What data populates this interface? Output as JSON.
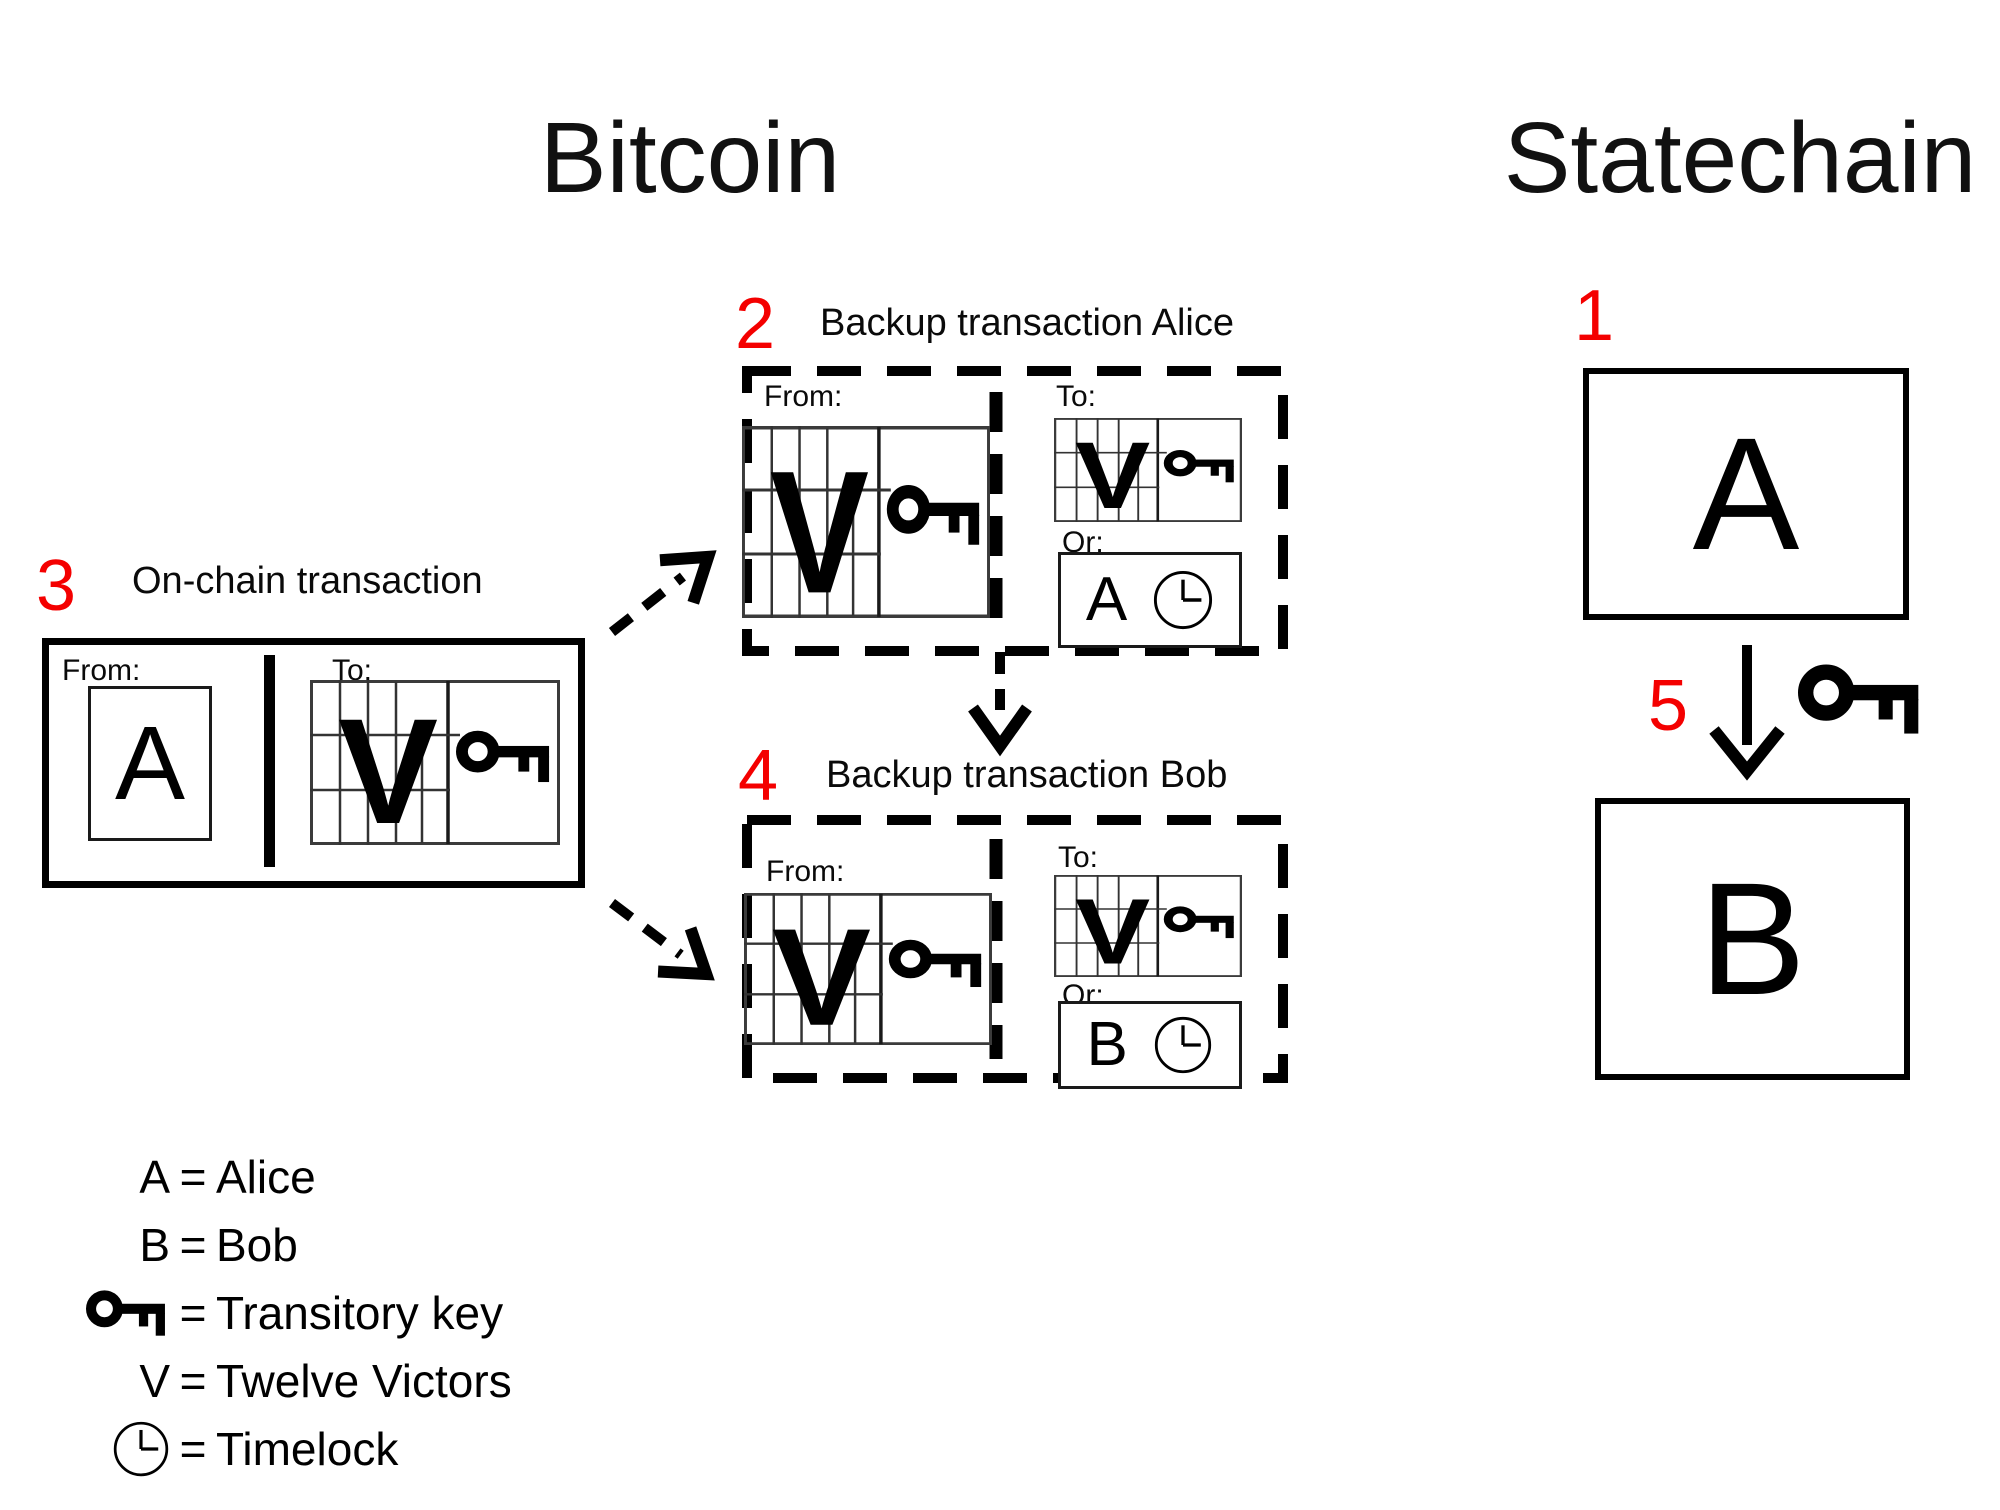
{
  "colors": {
    "accent_red": "#f40000",
    "ink": "#000000"
  },
  "titles": {
    "bitcoin": "Bitcoin",
    "statechain": "Statechain"
  },
  "symbols": {
    "victor": "V",
    "alice": "A",
    "bob": "B"
  },
  "labels": {
    "from": "From:",
    "to": "To:",
    "or": "Or:"
  },
  "sections": {
    "backup_alice": {
      "step": "2",
      "title": "Backup transaction Alice",
      "or_party": "A"
    },
    "onchain": {
      "step": "3",
      "title": "On-chain transaction",
      "from_party": "A"
    },
    "backup_bob": {
      "step": "4",
      "title": "Backup transaction Bob",
      "or_party": "B"
    },
    "statechain_start": {
      "step": "1",
      "party": "A"
    },
    "transfer": {
      "step": "5"
    },
    "statechain_end": {
      "party": "B"
    }
  },
  "legend": {
    "equals": "=",
    "rows": [
      {
        "symbol": "A",
        "meaning": "Alice"
      },
      {
        "symbol": "B",
        "meaning": "Bob"
      },
      {
        "symbol": "",
        "icon": "key-icon",
        "meaning": "Transitory key"
      },
      {
        "symbol": "V",
        "meaning": "Twelve Victors"
      },
      {
        "symbol": "",
        "icon": "clock-icon",
        "meaning": "Timelock"
      }
    ]
  }
}
